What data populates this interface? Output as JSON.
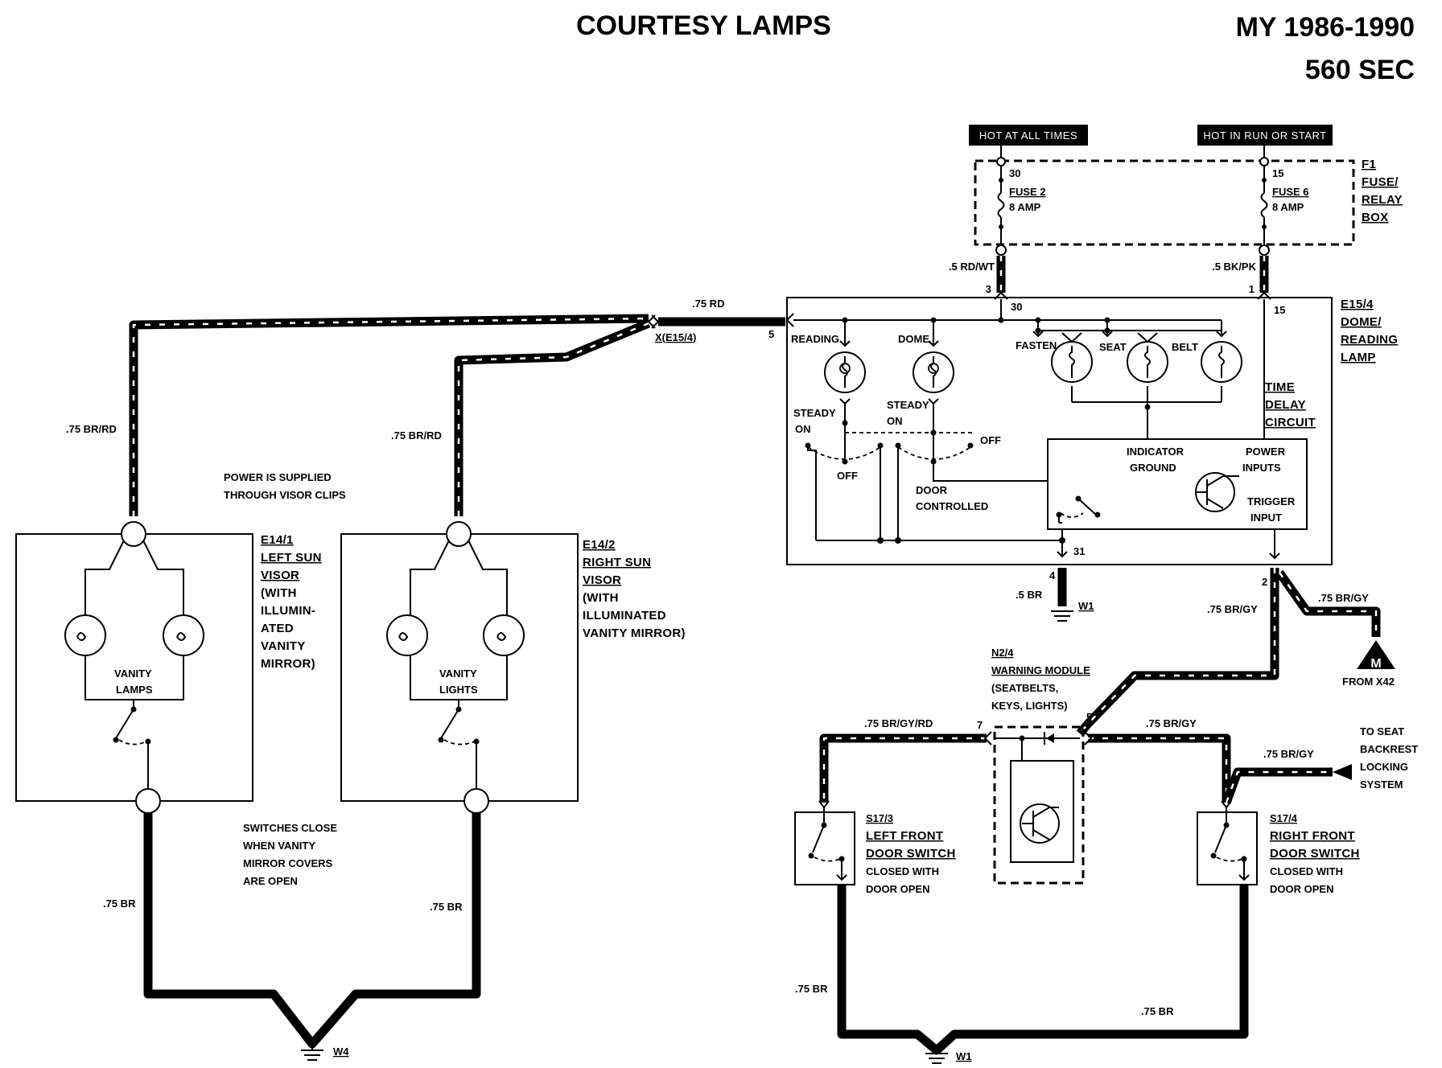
{
  "title": "COURTESY LAMPS",
  "model_year": "MY 1986-1990",
  "model": "560 SEC",
  "power_sources": {
    "always": "HOT AT ALL TIMES",
    "run_start": "HOT IN RUN OR START"
  },
  "fuse_box": {
    "id": "F1",
    "name_lines": [
      "FUSE/",
      "RELAY",
      "BOX"
    ],
    "fuse2": {
      "terminal": "30",
      "name": "FUSE 2",
      "rating": "8 AMP"
    },
    "fuse6": {
      "terminal": "15",
      "name": "FUSE 6",
      "rating": "8 AMP"
    }
  },
  "dome_lamp": {
    "id": "E15/4",
    "name_lines": [
      "DOME/",
      "READING",
      "LAMP"
    ],
    "reading": "READING",
    "dome": "DOME",
    "fasten": "FASTEN",
    "seat": "SEAT",
    "belt": "BELT",
    "steady": "STEADY",
    "on": "ON",
    "off": "OFF",
    "door": "DOOR",
    "controlled": "CONTROLLED",
    "time_delay": [
      "TIME",
      "DELAY",
      "CIRCUIT"
    ],
    "indicator": "INDICATOR",
    "ground": "GROUND",
    "power": "POWER",
    "inputs": "INPUTS",
    "trigger": "TRIGGER",
    "input": "INPUT",
    "term_30": "30",
    "term_15": "15",
    "term_31": "31"
  },
  "connector": {
    "label": "X(E15/4)",
    "pin": "5"
  },
  "pins": {
    "p3": "3",
    "p1": "1",
    "p4": "4",
    "p2": "2",
    "p7": "7",
    "p5": "5"
  },
  "wires": {
    "rd_wt": ".5 RD/WT",
    "bk_pk": ".5 BK/PK",
    "rd_75": ".75 RD",
    "br_rd_left": ".75 BR/RD",
    "br_rd_right": ".75 BR/RD",
    "br_half": ".5 BR",
    "br_gy_dome": ".75 BR/GY",
    "br_gy_x42": ".75 BR/GY",
    "br_gy_rd": ".75 BR/GY/RD",
    "br_gy_module": ".75 BR/GY",
    "br_gy_seat": ".75 BR/GY",
    "br_left_visor": ".75 BR",
    "br_right_visor": ".75 BR",
    "br_left_door": ".75 BR",
    "br_bottom": ".75 BR"
  },
  "grounds": {
    "w1_top": "W1",
    "w4": "W4",
    "w1_bottom": "W1"
  },
  "x42": {
    "symbol": "M",
    "label": "FROM X42"
  },
  "notes": {
    "visor_power": [
      "POWER IS SUPPLIED",
      "THROUGH VISOR CLIPS"
    ],
    "visor_switch": [
      "SWITCHES CLOSE",
      "WHEN VANITY",
      "MIRROR COVERS",
      "ARE OPEN"
    ]
  },
  "left_visor": {
    "id": "E14/1",
    "name_lines": [
      "LEFT SUN",
      "VISOR"
    ],
    "desc_lines": [
      "(WITH",
      "ILLUMIN-",
      "ATED",
      "VANITY",
      "MIRROR)"
    ],
    "lamps_lines": [
      "VANITY",
      "LAMPS"
    ]
  },
  "right_visor": {
    "id": "E14/2",
    "name_lines": [
      "RIGHT SUN",
      "VISOR"
    ],
    "desc_lines": [
      "(WITH",
      "ILLUMINATED",
      "VANITY MIRROR)"
    ],
    "lamps_lines": [
      "VANITY",
      "LIGHTS"
    ]
  },
  "warning_module": {
    "id": "N2/4",
    "name": "WARNING MODULE",
    "desc_lines": [
      "(SEATBELTS,",
      "KEYS, LIGHTS)"
    ]
  },
  "seat_backrest": [
    "TO SEAT",
    "BACKREST",
    "LOCKING",
    "SYSTEM"
  ],
  "left_door": {
    "id": "S17/3",
    "name_lines": [
      "LEFT FRONT",
      "DOOR SWITCH"
    ],
    "desc_lines": [
      "CLOSED WITH",
      "DOOR OPEN"
    ]
  },
  "right_door": {
    "id": "S17/4",
    "name_lines": [
      "RIGHT FRONT",
      "DOOR SWITCH"
    ],
    "desc_lines": [
      "CLOSED WITH",
      "DOOR OPEN"
    ]
  }
}
